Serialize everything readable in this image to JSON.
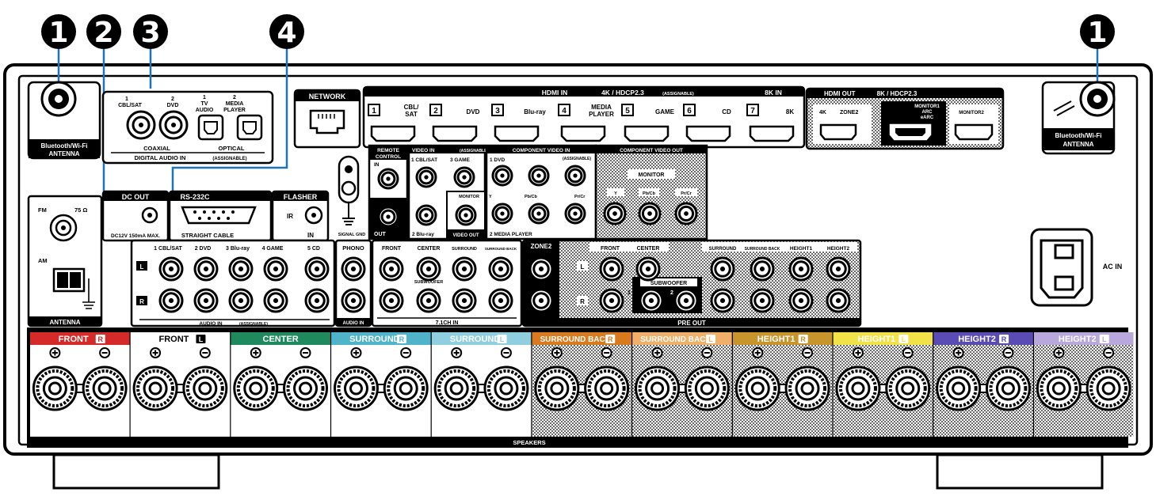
{
  "callouts": [
    "1",
    "2",
    "3",
    "4",
    "1"
  ],
  "bluetooth": {
    "line1": "Bluetooth/Wi-Fi",
    "line2": "ANTENNA"
  },
  "digital_audio": {
    "coax_labels": [
      [
        "1",
        "CBL/SAT"
      ],
      [
        "2",
        "DVD"
      ]
    ],
    "optical_labels": [
      [
        "1",
        "TV",
        "AUDIO"
      ],
      [
        "2",
        "MEDIA",
        "PLAYER"
      ]
    ],
    "coaxial": "COAXIAL",
    "optical": "OPTICAL",
    "footer": "DIGITAL AUDIO IN",
    "footer_note": "(ASSIGNABLE)"
  },
  "network": "NETWORK",
  "hdmi_in": {
    "title": "HDMI IN",
    "spec": "4K / HDCP2.3",
    "note": "(ASSIGNABLE)",
    "ports": [
      {
        "num": "1",
        "label": "CBL/\nSAT"
      },
      {
        "num": "2",
        "label": "DVD"
      },
      {
        "num": "3",
        "label": "Blu-ray"
      },
      {
        "num": "4",
        "label": "MEDIA\nPLAYER"
      },
      {
        "num": "5",
        "label": "GAME"
      },
      {
        "num": "6",
        "label": "CD"
      },
      {
        "num": "7",
        "label": "8K"
      }
    ],
    "k8_title": "8K IN"
  },
  "hdmi_out": {
    "title": "HDMI OUT",
    "spec": "8K / HDCP2.3",
    "labels": [
      "4K",
      "ZONE2",
      "MONITOR1",
      "ARC",
      "eARC",
      "MONITOR2"
    ]
  },
  "dc_out": {
    "title": "DC OUT",
    "spec": "DC12V 150mA MAX."
  },
  "rs232": {
    "title": "RS-232C",
    "sub": "STRAIGHT CABLE"
  },
  "flasher": {
    "title": "FLASHER",
    "ir": "IR",
    "in": "IN"
  },
  "signal_gnd": "SIGNAL GND",
  "remote": {
    "title": "REMOTE",
    "title2": "CONTROL",
    "in": "IN",
    "out": "OUT"
  },
  "video_in": {
    "title": "VIDEO IN",
    "note": "(ASSIGNABLE)",
    "labels": [
      "1 CBL/SAT",
      "3 GAME",
      "2 Blu-ray"
    ],
    "monitor": "MONITOR",
    "video_out": "VIDEO OUT"
  },
  "component_in": {
    "title": "COMPONENT VIDEO IN",
    "note": "(ASSIGNABLE)",
    "labels": [
      "1 DVD",
      "Y",
      "Pb/Cb",
      "Pr/Cr",
      "2 MEDIA PLAYER"
    ]
  },
  "component_out": {
    "title": "COMPONENT VIDEO OUT",
    "monitor": "MONITOR",
    "labels": [
      "Y",
      "Pb/Cb",
      "Pr/Cr"
    ]
  },
  "antenna": {
    "fm": "FM",
    "ohm": "75 Ω",
    "am": "AM",
    "title": "ANTENNA"
  },
  "audio_in": {
    "labels": [
      "1 CBL/SAT",
      "2 DVD",
      "3 Blu-ray",
      "4 GAME",
      "5 CD"
    ],
    "footer": "AUDIO IN",
    "footer_note": "(ASSIGNABLE)",
    "r": "R",
    "l": "L"
  },
  "phono": {
    "title": "PHONO",
    "footer": "AUDIO IN"
  },
  "ch71": {
    "labels": [
      "FRONT",
      "CENTER",
      "SURROUND",
      "SURROUND BACK"
    ],
    "subwoofer": "SUBWOOFER",
    "footer": "7.1CH IN"
  },
  "preout": {
    "zone2": "ZONE2",
    "labels": [
      "FRONT",
      "CENTER",
      "SURROUND",
      "SURROUND BACK",
      "HEIGHT1",
      "HEIGHT2"
    ],
    "subwoofer": "SUBWOOFER",
    "sub_nums": [
      "1",
      "2"
    ],
    "footer": "PRE OUT"
  },
  "ac_in": "AC IN",
  "speakers": {
    "footer": "SPEAKERS",
    "channels": [
      {
        "label": "FRONT",
        "side": "R",
        "color": "#d42a2a"
      },
      {
        "label": "FRONT",
        "side": "L",
        "color": "#000000"
      },
      {
        "label": "CENTER",
        "side": "",
        "color": "#1f8a5e"
      },
      {
        "label": "SURROUND",
        "side": "R",
        "color": "#4fb3c9"
      },
      {
        "label": "SURROUND",
        "side": "L",
        "color": "#8fcfe0"
      },
      {
        "label": "SURROUND BACK",
        "side": "R",
        "color": "#d97a1f"
      },
      {
        "label": "SURROUND BACK",
        "side": "L",
        "color": "#f0b06a"
      },
      {
        "label": "HEIGHT1",
        "side": "R",
        "color": "#c8942c"
      },
      {
        "label": "HEIGHT1",
        "side": "L",
        "color": "#f2e24a"
      },
      {
        "label": "HEIGHT2",
        "side": "R",
        "color": "#5b4bb5"
      },
      {
        "label": "HEIGHT2",
        "side": "L",
        "color": "#b9a8dc"
      }
    ]
  },
  "colors": {
    "outline": "#000000",
    "panel": "#ffffff"
  }
}
